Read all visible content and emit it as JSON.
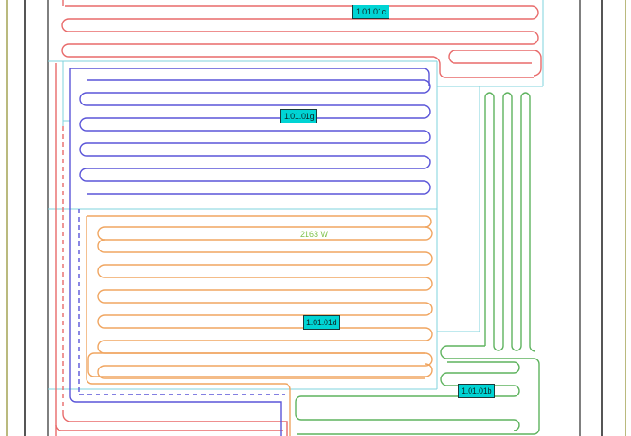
{
  "plan": {
    "zone_labels": {
      "zone_c": "1.01.01c",
      "zone_g": "1.01.01g",
      "zone_d": "1.01.01d",
      "zone_b": "1.01.01b"
    },
    "power_label": "2163 W"
  },
  "colors": {
    "wall": "#2b2b2b",
    "outer_wall": "#8c8c2a",
    "room_line": "#7fd3dd",
    "loop_red": "#e86a6a",
    "loop_blue": "#5a55d8",
    "loop_orange": "#f0a560",
    "loop_green": "#5fb35f",
    "tag_fill": "#00d4d4",
    "power_text": "#7fc24a"
  }
}
